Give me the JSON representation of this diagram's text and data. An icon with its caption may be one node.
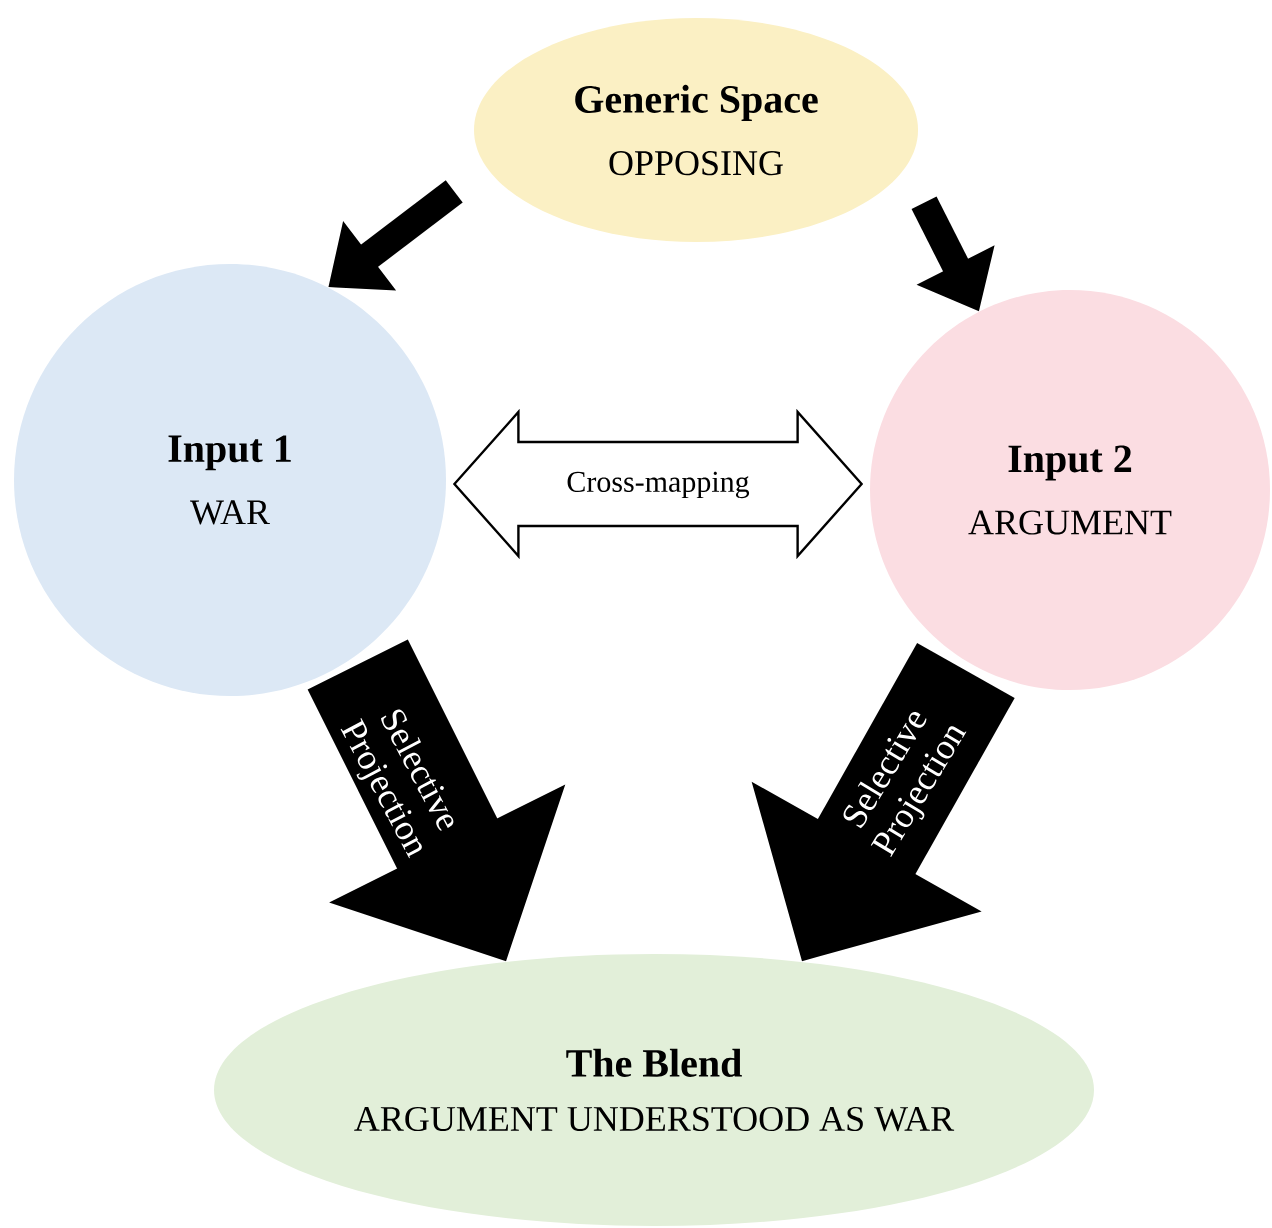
{
  "diagram": {
    "nodes": [
      {
        "text": [
          "Generic Space",
          "OPPOSING"
        ]
      },
      {
        "text": [
          "Input 1",
          "WAR"
        ]
      },
      {
        "text": [
          "Input 2",
          "ARGUMENT"
        ]
      },
      {
        "text": [
          "The Blend",
          "ARGUMENT UNDERSTOOD AS WAR"
        ]
      }
    ],
    "edges": [
      {
        "from": 0,
        "to": 1,
        "arrow": "to"
      },
      {
        "from": 0,
        "to": 2,
        "arrow": "to"
      },
      {
        "from": 1,
        "to": 2,
        "arrow": "both",
        "label": "Cross-mapping"
      },
      {
        "from": 1,
        "to": 3,
        "arrow": "to",
        "label": "Selective Projection",
        "style": "thick"
      },
      {
        "from": 2,
        "to": 3,
        "arrow": "to",
        "label": "Selective Projection",
        "style": "thick"
      }
    ]
  }
}
